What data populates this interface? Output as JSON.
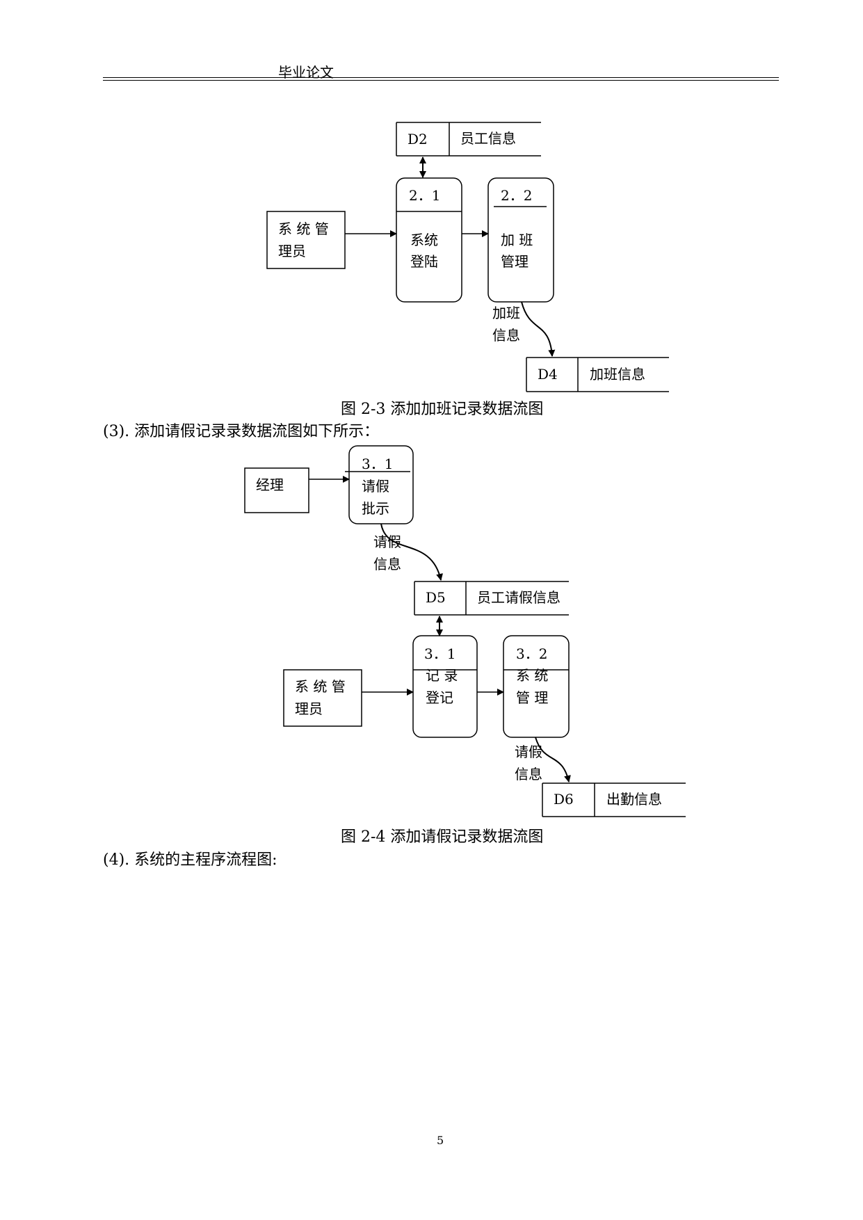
{
  "header": {
    "title": "毕业论文"
  },
  "figure_2_3": {
    "d2": {
      "id": "D2",
      "name": "员工信息"
    },
    "external_entity": {
      "line1": "系 统 管",
      "line2": "理员"
    },
    "process_2_1": {
      "number": "2．1",
      "line1": "系统",
      "line2": "登陆"
    },
    "process_2_2": {
      "number": "2．2",
      "line1": "加  班",
      "line2": "管理"
    },
    "flow_label": {
      "line1": "加班",
      "line2": "信息"
    },
    "d4": {
      "id": "D4",
      "name": "加班信息"
    },
    "caption": "图 2-3 添加加班记录数据流图"
  },
  "para_3": "(3). 添加请假记录录数据流图如下所示：",
  "figure_2_4": {
    "manager": {
      "label": "经理"
    },
    "process_3_1_top": {
      "number": "3．1",
      "line1": "请假",
      "line2": "批示"
    },
    "flow_label_top": {
      "line1": "请假",
      "line2": "信息"
    },
    "d5": {
      "id": "D5",
      "name": "员工请假信息"
    },
    "external_entity": {
      "line1": "系 统 管",
      "line2": "理员"
    },
    "process_3_1": {
      "number": "3．1",
      "line1": "记  录",
      "line2": "登记"
    },
    "process_3_2": {
      "number": "3．2",
      "line1": "系  统",
      "line2": "管  理"
    },
    "flow_label_bottom": {
      "line1": "请假",
      "line2": "信息"
    },
    "d6": {
      "id": "D6",
      "name": "出勤信息"
    },
    "caption": "图 2-4 添加请假记录数据流图"
  },
  "para_4": "(4). 系统的主程序流程图:",
  "page_number": "5"
}
